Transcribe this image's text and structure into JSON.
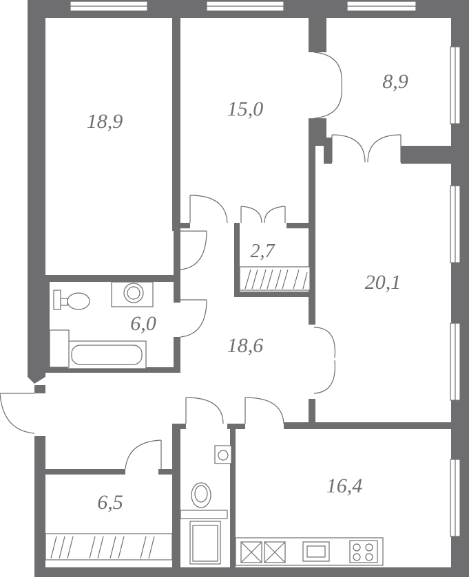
{
  "plan": {
    "wall_color": "#6e6e70",
    "background": "#ffffff",
    "rooms": [
      {
        "id": "bedroom-left",
        "area": "18,9"
      },
      {
        "id": "bedroom-middle",
        "area": "15,0"
      },
      {
        "id": "bedroom-small",
        "area": "8,9"
      },
      {
        "id": "closet",
        "area": "2,7"
      },
      {
        "id": "living-room",
        "area": "20,1"
      },
      {
        "id": "bathroom",
        "area": "6,0"
      },
      {
        "id": "hallway",
        "area": "18,6"
      },
      {
        "id": "storage",
        "area": "6,5"
      },
      {
        "id": "kitchen",
        "area": "16,4"
      }
    ]
  }
}
